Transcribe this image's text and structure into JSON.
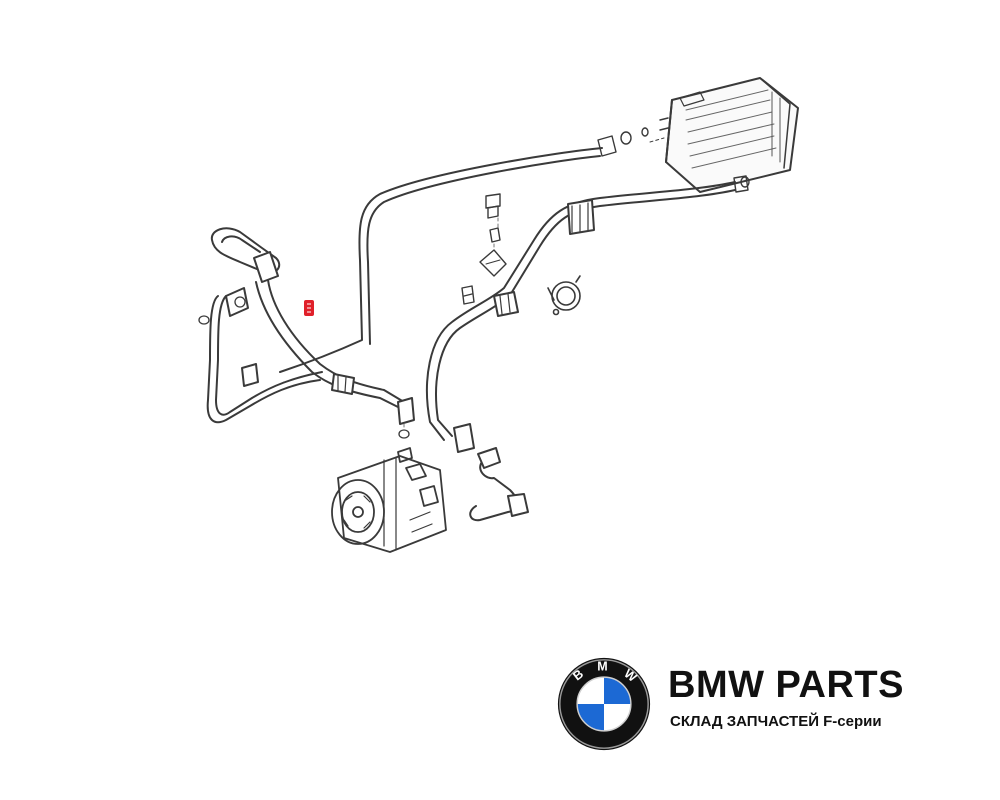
{
  "brand": {
    "title": "BMW PARTS",
    "subtitle": "СКЛАД ЗАПЧАСТЕЙ F-серии",
    "logo_letters": "BMW",
    "colors": {
      "logo_blue": "#1c69d4",
      "logo_black": "#111111",
      "callout_red": "#e0202a"
    }
  },
  "diagram": {
    "components": [
      "evaporator",
      "expansion-valve-pipe",
      "pressure-switch",
      "compressor",
      "suction-hose",
      "pressure-hose",
      "hose-clamp",
      "o-ring-seals"
    ],
    "highlighted_part": "pressure-hose"
  }
}
